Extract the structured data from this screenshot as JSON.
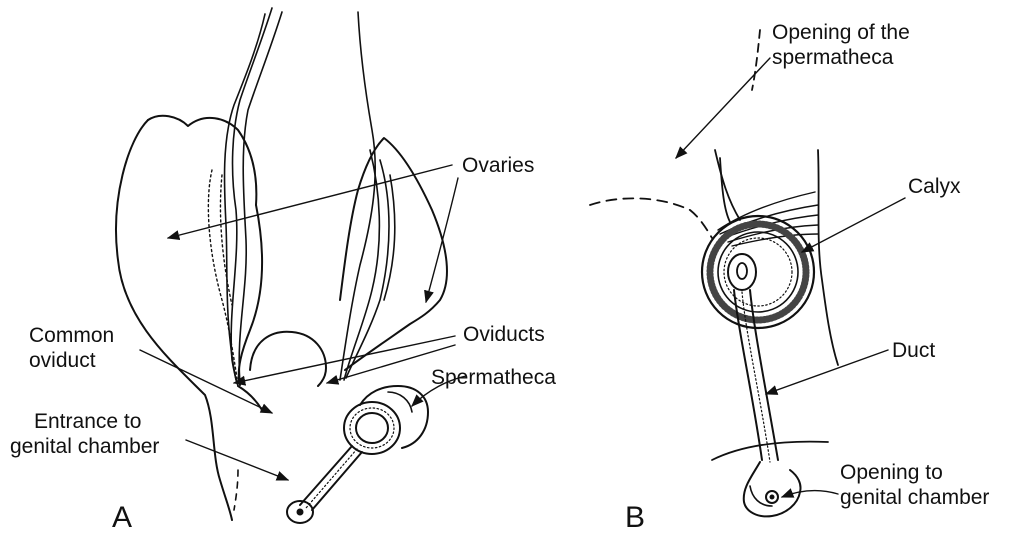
{
  "figure": {
    "panel_a": {
      "letter": "A",
      "labels": {
        "ovaries": "Ovaries",
        "oviducts": "Oviducts",
        "common_oviduct": [
          "Common",
          "oviduct"
        ],
        "entrance": [
          "Entrance to",
          "genital chamber"
        ],
        "spermatheca": "Spermatheca"
      }
    },
    "panel_b": {
      "letter": "B",
      "labels": {
        "opening_spermatheca": [
          "Opening of the",
          "spermatheca"
        ],
        "calyx": "Calyx",
        "duct": "Duct",
        "opening_genital": [
          "Opening to",
          "genital chamber"
        ]
      }
    }
  }
}
